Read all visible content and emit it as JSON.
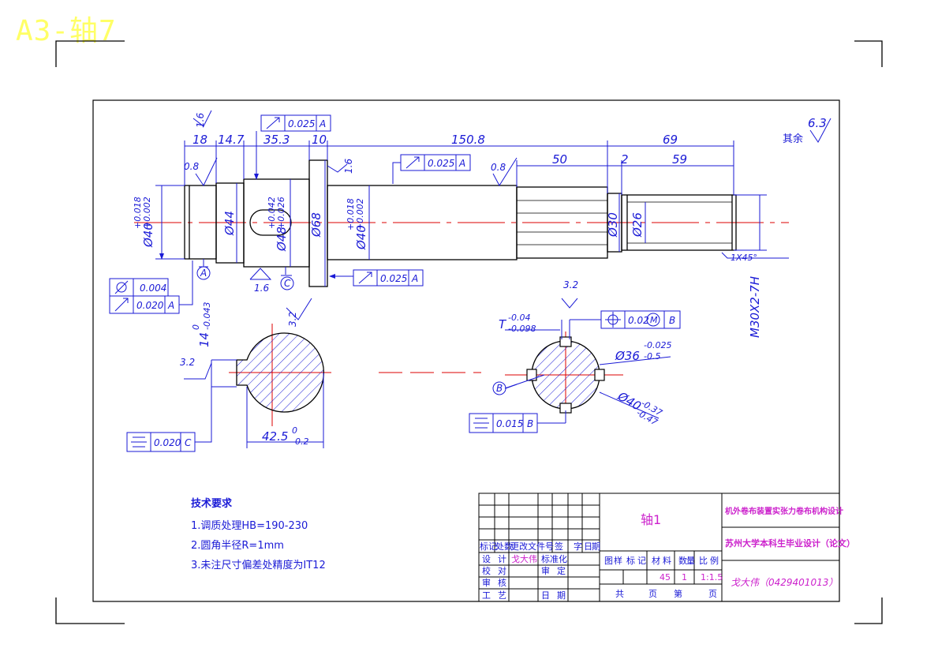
{
  "sheet_title": "A3-轴7",
  "surface_note": {
    "label": "其余",
    "roughness": "6.3"
  },
  "dimensions": {
    "d18": "18",
    "d14_7": "14.7",
    "d35_3": "35.3",
    "d10": "10",
    "d150_8": "150.8",
    "d69": "69",
    "d50": "50",
    "d2": "2",
    "d59": "59",
    "dia40_left": "Ø40",
    "dia40_left_tol_up": "+0.018",
    "dia40_left_tol_dn": "+0.002",
    "dia44": "Ø44",
    "dia48": "Ø48",
    "dia48_tol_up": "+0.042",
    "dia48_tol_dn": "+0.026",
    "dia68": "Ø68",
    "dia40_mid": "Ø40",
    "dia40_mid_tol_up": "+0.018",
    "dia40_mid_tol_dn": "+0.002",
    "dia30": "Ø30",
    "dia26": "Ø26",
    "thread": "M30X2-7H",
    "chamfer": "1X45°",
    "keyway_w": "14",
    "keyway_tol_up": "0",
    "keyway_tol_dn": "-0.043",
    "keyway_depth": "42.5",
    "keyway_depth_tol_up": "0",
    "keyway_depth_tol_dn": "-0.2",
    "spline_t": "T",
    "spline_t_up": "-0.04",
    "spline_t_dn": "-0.098",
    "spline_dia36": "Ø36",
    "spline_dia36_up": "-0.025",
    "spline_dia36_dn": "-0.5",
    "spline_dia40": "Ø40",
    "spline_dia40_up": "-0.37",
    "spline_dia40_dn": "-0.47"
  },
  "roughness": {
    "r1_6_top": "1.6",
    "r0_8_left": "0.8",
    "r1_6_flange": "1.6",
    "r0_8_mid": "0.8",
    "r1_6_bottom": "1.6",
    "r3_2_section": "3.2",
    "r3_2_key": "3.2",
    "r3_2_spline": "3.2"
  },
  "tolerances": {
    "top_runout": {
      "value": "0.025",
      "datum": "A"
    },
    "mid_runout": {
      "value": "0.025",
      "datum": "A"
    },
    "flange_runout": {
      "value": "0.025",
      "datum": "A"
    },
    "cyl": {
      "value": "0.004"
    },
    "left_runout": {
      "value": "0.020",
      "datum": "A"
    },
    "key_sym": {
      "value": "0.020",
      "datum": "C"
    },
    "spline_pos": {
      "value": "0.02",
      "modifier": "M",
      "datum": "B"
    },
    "spline_sym": {
      "value": "0.015",
      "datum": "B"
    }
  },
  "datums": {
    "a": "A",
    "b": "B",
    "c": "C"
  },
  "tech_notes": {
    "title": "技术要求",
    "items": [
      "1.调质处理HB=190-230",
      "2.圆角半径R=1mm",
      "3.未注尺寸偏差处精度为IT12"
    ]
  },
  "title_block": {
    "part_name": "轴1",
    "project": "机外卷布装置实张力卷布机构设计",
    "school": "苏州大学本科生毕业设计（论文）",
    "author_id": "戈大伟（0429401013）",
    "material": "45",
    "quantity": "1",
    "scale": "1:1.5",
    "designer": "戈大伟",
    "h_row": [
      "标记",
      "处数",
      "更改文件号",
      "签",
      "字",
      "日",
      "期"
    ],
    "r_design": "设",
    "r_design2": "计",
    "r_std": "标准化",
    "r_check": "校",
    "r_check2": "对",
    "r_review": "审",
    "r_review2": "定",
    "r_audit": "审",
    "r_audit2": "核",
    "r_craft": "工",
    "r_craft2": "艺",
    "r_date": "日",
    "r_date2": "期",
    "col_labels": [
      "图",
      "样",
      "标",
      "记",
      "材",
      "料",
      "数",
      "量",
      "比",
      "例"
    ],
    "footer": [
      "共",
      "页",
      "第",
      "页"
    ]
  }
}
